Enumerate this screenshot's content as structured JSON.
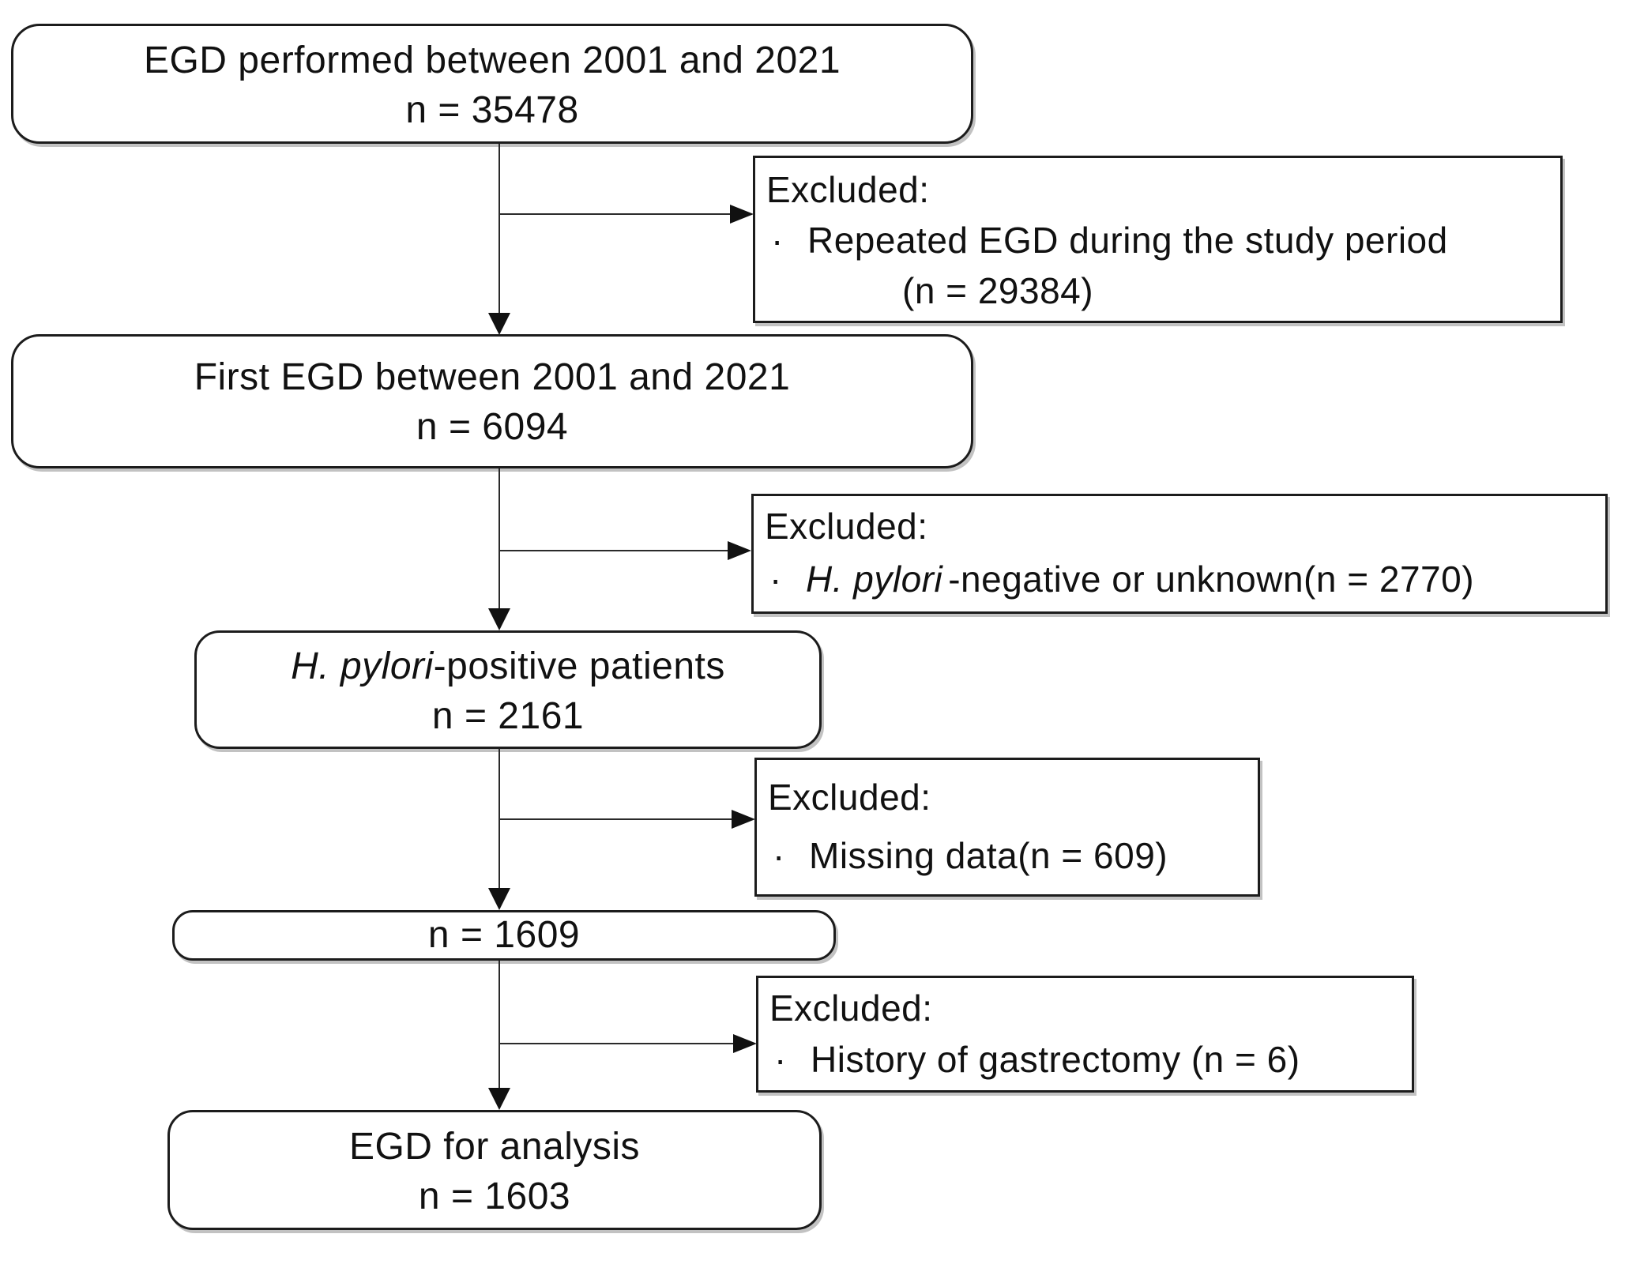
{
  "diagram": {
    "box1": {
      "line1": "EGD performed between 2001 and 2021",
      "line2": "n = 35478"
    },
    "box2": {
      "line1": "First EGD between 2001 and 2021",
      "line2": "n = 6094"
    },
    "box3": {
      "line1_italic": "H. pylori",
      "line1_rest": "-positive patients",
      "line2": "n = 2161"
    },
    "box4": {
      "line1": "n = 1609"
    },
    "box5": {
      "line1": "EGD for analysis",
      "line2": "n = 1603"
    },
    "excluded1": {
      "label": "Excluded:",
      "bullet": "·",
      "item": "Repeated EGD during the study period",
      "item2": "(n = 29384)"
    },
    "excluded2": {
      "label": "Excluded:",
      "bullet": "·",
      "item_italic": "H. pylori",
      "item_rest": "-negative or unknown(n = 2770)"
    },
    "excluded3": {
      "label": "Excluded:",
      "bullet": "·",
      "item": "Missing data(n = 609)"
    },
    "excluded4": {
      "label": "Excluded:",
      "bullet": "·",
      "item": "History of gastrectomy (n = 6)"
    },
    "colors": {
      "background": "#ffffff",
      "border": "#1c1c1c",
      "text": "#111111"
    }
  }
}
